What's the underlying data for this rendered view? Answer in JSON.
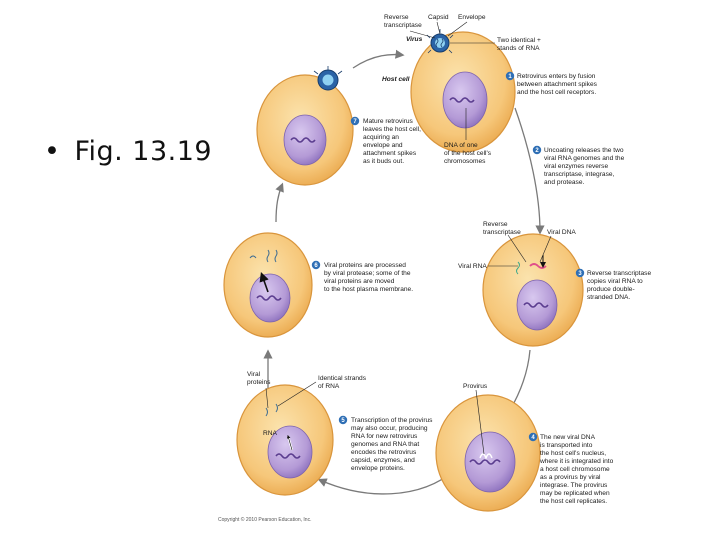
{
  "slide": {
    "bullet_text": "Fig. 13.19"
  },
  "labels": {
    "reverse_transcriptase_top": [
      "Reverse",
      "transcriptase"
    ],
    "capsid": "Capsid",
    "envelope": "Envelope",
    "virus": "Virus",
    "two_strands": [
      "Two identical +",
      "stands of RNA"
    ],
    "host_cell": "Host cell",
    "dna_host": [
      "DNA of one",
      "of the host cell's",
      "chromosomes"
    ],
    "reverse_transcriptase_mid": [
      "Reverse",
      "transcriptase"
    ],
    "viral_dna": "Viral DNA",
    "viral_rna": "Viral RNA",
    "provirus": "Provirus",
    "viral_proteins": [
      "Viral",
      "proteins"
    ],
    "identical_strands": [
      "Identical strands",
      "of RNA"
    ],
    "rna": "RNA"
  },
  "steps": [
    {
      "num": "1",
      "lines": [
        "Retrovirus enters by fusion",
        "between attachment spikes",
        "and the host cell receptors."
      ]
    },
    {
      "num": "2",
      "lines": [
        "Uncoating releases the two",
        "viral RNA genomes and the",
        "viral enzymes reverse",
        "transcriptase, integrase,",
        "and protease."
      ]
    },
    {
      "num": "3",
      "lines": [
        "Reverse transcriptase",
        "copies viral RNA to",
        "produce double-",
        "stranded DNA."
      ]
    },
    {
      "num": "4",
      "lines": [
        "The new viral DNA",
        "is transported into",
        "the host cell's nucleus,",
        "where it is integrated into",
        "a host cell chromosome",
        "as a provirus by viral",
        "integrase. The provirus",
        "may be replicated when",
        "the host cell replicates."
      ]
    },
    {
      "num": "5",
      "lines": [
        "Transcription of the provirus",
        "may also occur, producing",
        "RNA for new retrovirus",
        "genomes and RNA that",
        "encodes the retrovirus",
        "capsid, enzymes, and",
        "envelope proteins."
      ]
    },
    {
      "num": "6",
      "lines": [
        "Viral proteins are processed",
        "by viral protease; some of the",
        "viral proteins are moved",
        "to the host plasma membrane."
      ]
    },
    {
      "num": "7",
      "lines": [
        "Mature retrovirus",
        "leaves the host cell,",
        "acquiring an",
        "envelope and",
        "attachment spikes",
        "as it buds out."
      ]
    }
  ],
  "copyright": "Copyright © 2010 Pearson Education, Inc.",
  "colors": {
    "cell_fill": "#f6c77a",
    "cell_outer": "#e9a64a",
    "nucleus_fill": "#b49ad6",
    "nucleus_edge": "#7d63ad",
    "step_badge": "#2f6fb5",
    "arrow": "#7a7a7a",
    "viral_dna": "#e0508a",
    "virus_blue": "#3a8fd0"
  }
}
